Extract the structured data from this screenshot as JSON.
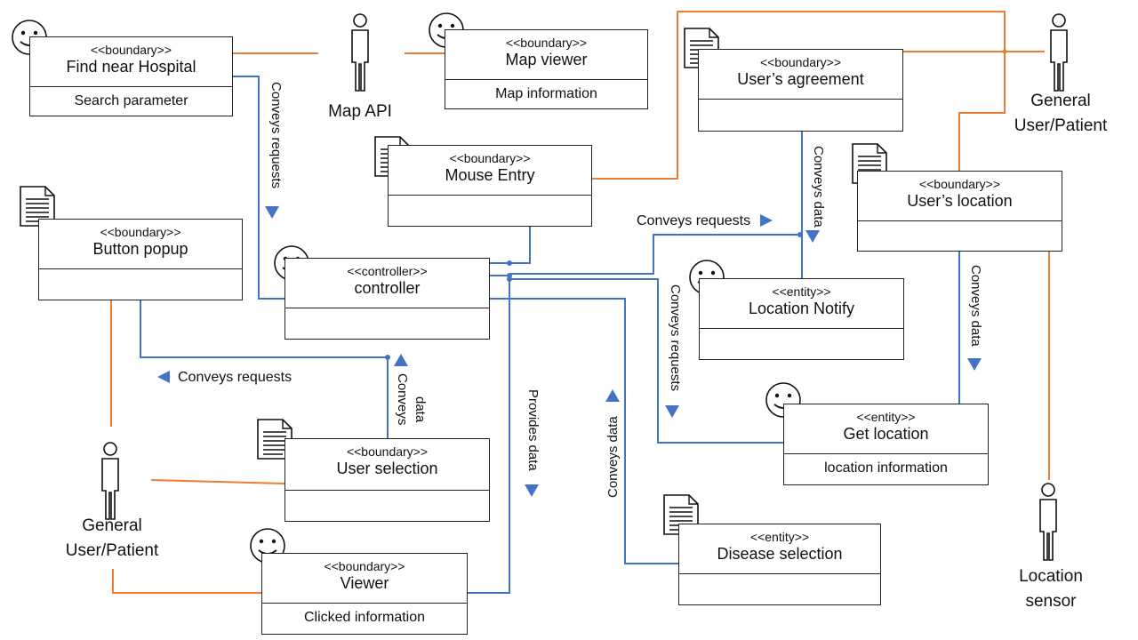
{
  "boxes": {
    "find_hospital": {
      "stereotype": "<<boundary>>",
      "name": "Find near Hospital",
      "attr": "Search parameter"
    },
    "map_viewer": {
      "stereotype": "<<boundary>>",
      "name": "Map viewer",
      "attr": "Map information"
    },
    "users_agreement": {
      "stereotype": "<<boundary>>",
      "name": "User’s agreement",
      "attr": ""
    },
    "mouse_entry": {
      "stereotype": "<<boundary>>",
      "name": "Mouse Entry",
      "attr": ""
    },
    "users_location": {
      "stereotype": "<<boundary>>",
      "name": "User’s location",
      "attr": ""
    },
    "button_popup": {
      "stereotype": "<<boundary>>",
      "name": "Button popup",
      "attr": ""
    },
    "controller": {
      "stereotype": "<<controller>>",
      "name": "controller",
      "attr": ""
    },
    "location_notify": {
      "stereotype": "<<entity>>",
      "name": "Location Notify",
      "attr": ""
    },
    "get_location": {
      "stereotype": "<<entity>>",
      "name": "Get location",
      "attr": "location information"
    },
    "user_selection": {
      "stereotype": "<<boundary>>",
      "name": "User selection",
      "attr": ""
    },
    "disease_selection": {
      "stereotype": "<<entity>>",
      "name": "Disease selection",
      "attr": ""
    },
    "viewer": {
      "stereotype": "<<boundary>>",
      "name": "Viewer",
      "attr": "Clicked information"
    }
  },
  "actors": {
    "map_api": "Map API",
    "general_user_top_1": "General",
    "general_user_top_2": "User/Patient",
    "general_user_left_1": "General",
    "general_user_left_2": "User/Patient",
    "location_sensor_1": "Location",
    "location_sensor_2": "sensor"
  },
  "labels": {
    "conveys_requests_1": "Conveys requests",
    "conveys_requests_2": "Conveys requests",
    "conveys_requests_3": "Conveys requests",
    "conveys_requests_4": "Conveys requests",
    "conveys_data_1": "Conveys data",
    "conveys_data_2": "Conveys data",
    "conveys_data_3": "Conveys data",
    "conveys_data_4a": "Conveys",
    "conveys_data_4b": "data",
    "provides_data": "Provides data"
  },
  "colors": {
    "blue": "#4472c4",
    "orange": "#ed7d31",
    "border": "#222222"
  }
}
